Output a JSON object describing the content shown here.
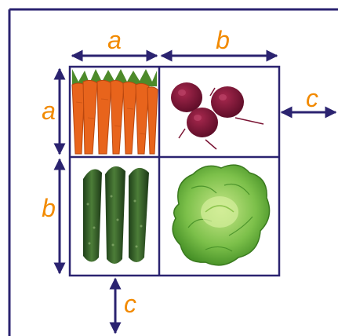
{
  "diagram": {
    "labels": {
      "top_left": "a",
      "top_right": "b",
      "left_top": "a",
      "left_bottom": "b",
      "right": "c",
      "bottom": "c"
    },
    "cells": {
      "top_left": "carrots",
      "top_right": "beets",
      "bottom_left": "cucumbers",
      "bottom_right": "lettuce"
    },
    "colors": {
      "line": "#2b2370",
      "label": "#f28a00",
      "carrot": "#e8641c",
      "carrot_top": "#4d8a2a",
      "beet": "#7a1434",
      "cucumber": "#2d5a24",
      "lettuce": "#5ea832"
    }
  }
}
